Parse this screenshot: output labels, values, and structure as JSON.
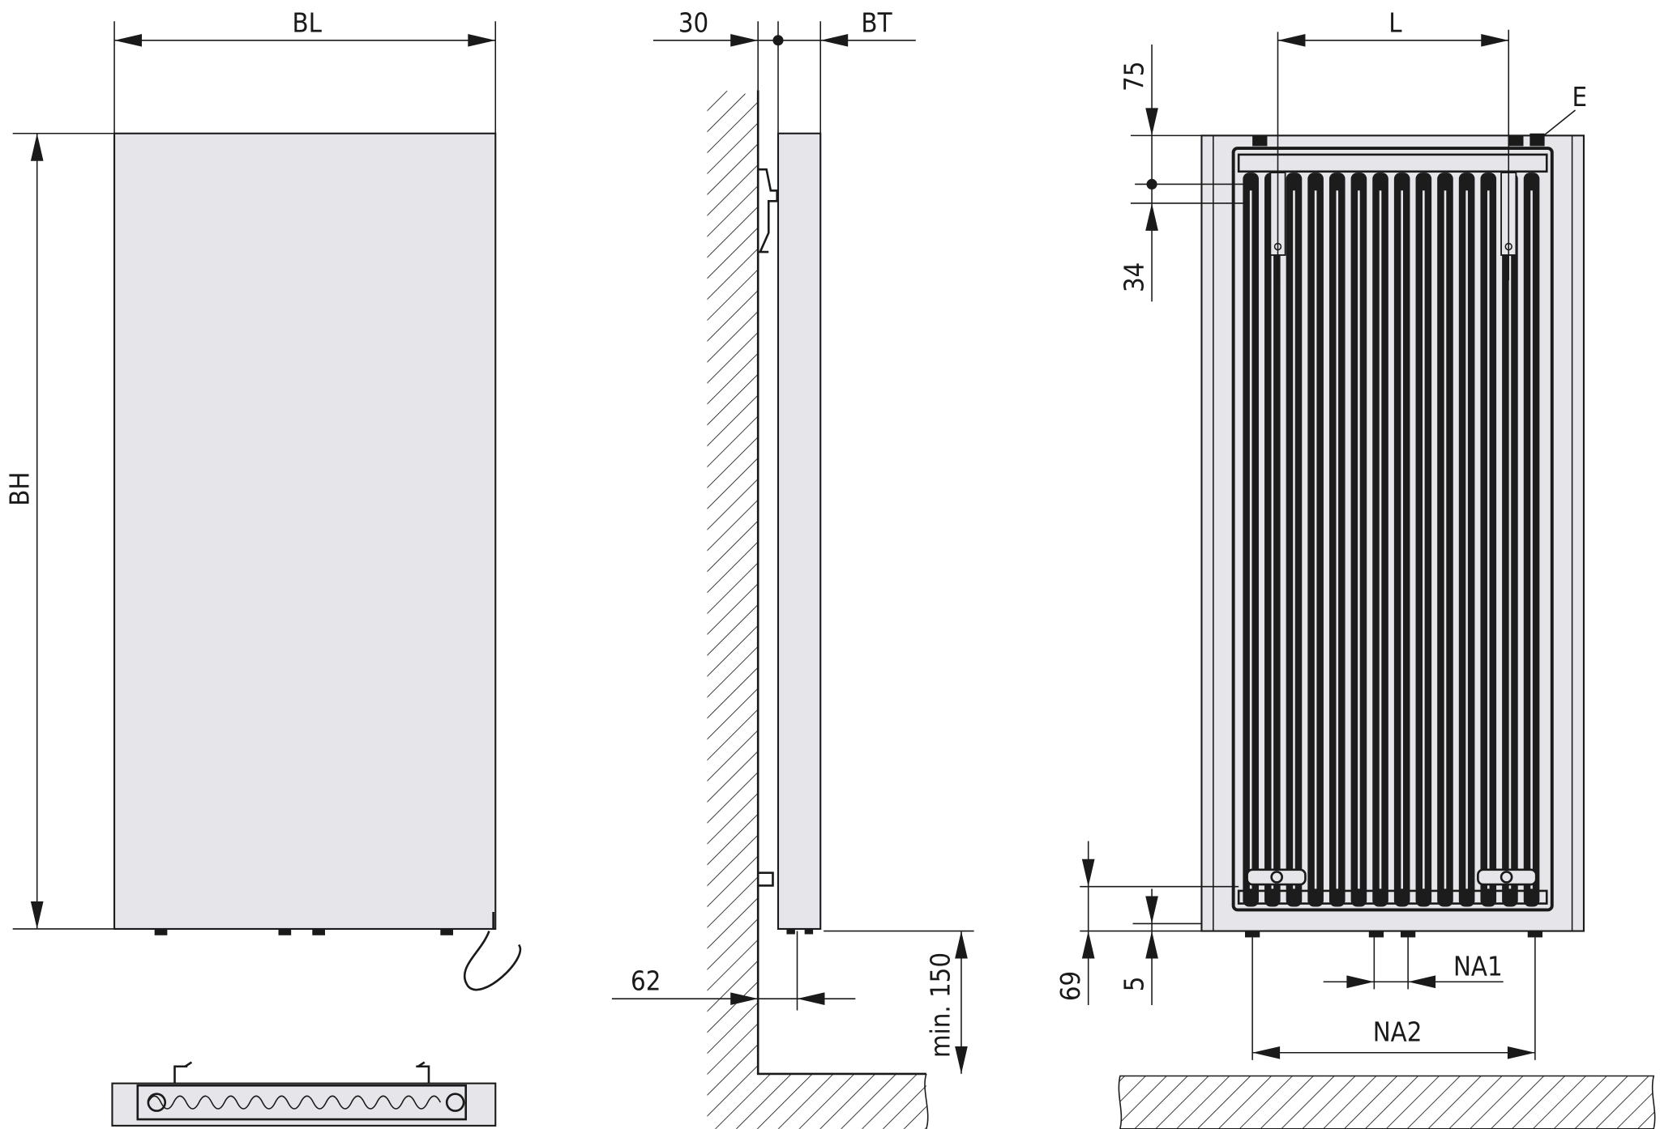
{
  "front_view": {
    "width_label": "BL",
    "height_label": "BH"
  },
  "side_view": {
    "wall_gap_label": "30",
    "depth_label": "BT",
    "bracket_offset_label": "62",
    "floor_clearance_label": "min. 150"
  },
  "rear_view": {
    "bracket_spacing_label": "L",
    "vent_label": "E",
    "top_offset_label": "75",
    "bracket_height_label": "34",
    "bottom_offset_label": "69",
    "bottom_gap_label": "5",
    "connection_spacing_1_label": "NA1",
    "connection_spacing_2_label": "NA2"
  },
  "colors": {
    "panel": "#e6e6ea",
    "line": "#1a1a1a"
  }
}
